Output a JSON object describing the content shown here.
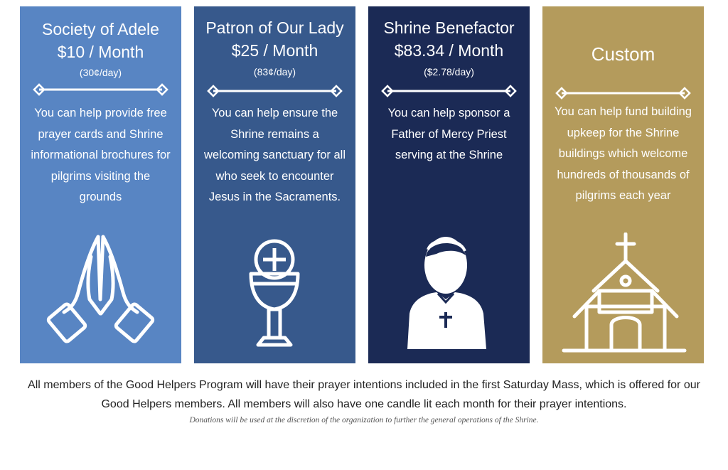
{
  "colors": {
    "card_1": "#5885c3",
    "card_2": "#37598c",
    "card_3": "#1b2a55",
    "card_4": "#b49b5c",
    "text_light": "#ffffff",
    "footer_text": "#222222"
  },
  "cards": [
    {
      "title_line1": "Society of Adele",
      "title_line2": "$10 / Month",
      "rate": "(30¢/day)",
      "description": "You can help provide free prayer cards and Shrine informational brochures for pilgrims visiting the grounds",
      "icon": "praying-hands-icon"
    },
    {
      "title_line1": "Patron of Our Lady",
      "title_line2": "$25 / Month",
      "rate": "(83¢/day)",
      "description": "You can help ensure the Shrine remains a welcoming sanctuary for all who seek to encounter Jesus in the Sacraments.",
      "icon": "chalice-host-icon"
    },
    {
      "title_line1": "Shrine Benefactor",
      "title_line2": "$83.34 / Month",
      "rate": "($2.78/day)",
      "description": "You can help sponsor a Father of Mercy Priest serving at the Shrine",
      "icon": "priest-icon"
    },
    {
      "title_line1": "Custom",
      "title_line2": "",
      "rate": "",
      "description": "You can help fund building upkeep for the Shrine buildings which welcome hundreds of thousands of pilgrims each year",
      "icon": "church-icon"
    }
  ],
  "footer": {
    "main_text": "All members of the Good Helpers Program will have their prayer intentions included in the first Saturday Mass, which is offered for our Good Helpers members. All members will also have one candle lit each month for their prayer intentions.",
    "note": "Donations will be used at the discretion of the organization to further the general operations of the Shrine."
  }
}
